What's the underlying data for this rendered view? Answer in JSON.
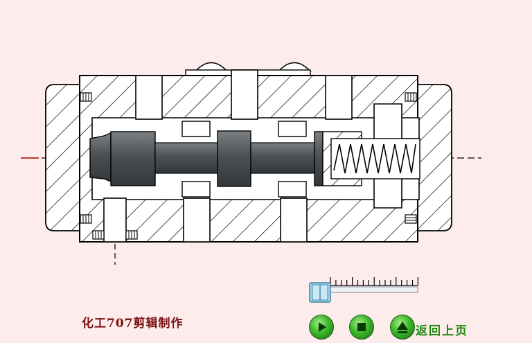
{
  "diagram": {
    "title": "",
    "spool_position": 0.0
  },
  "footer": {
    "credit": "化工707剪辑制作",
    "back_label": "返回上页"
  },
  "controls": {
    "play": "play-icon",
    "stop": "stop-icon",
    "eject": "eject-icon"
  },
  "colors": {
    "background": "#fcecec",
    "spool": "#555b5f",
    "outline": "#000000",
    "accent_green": "#3cb82a"
  }
}
